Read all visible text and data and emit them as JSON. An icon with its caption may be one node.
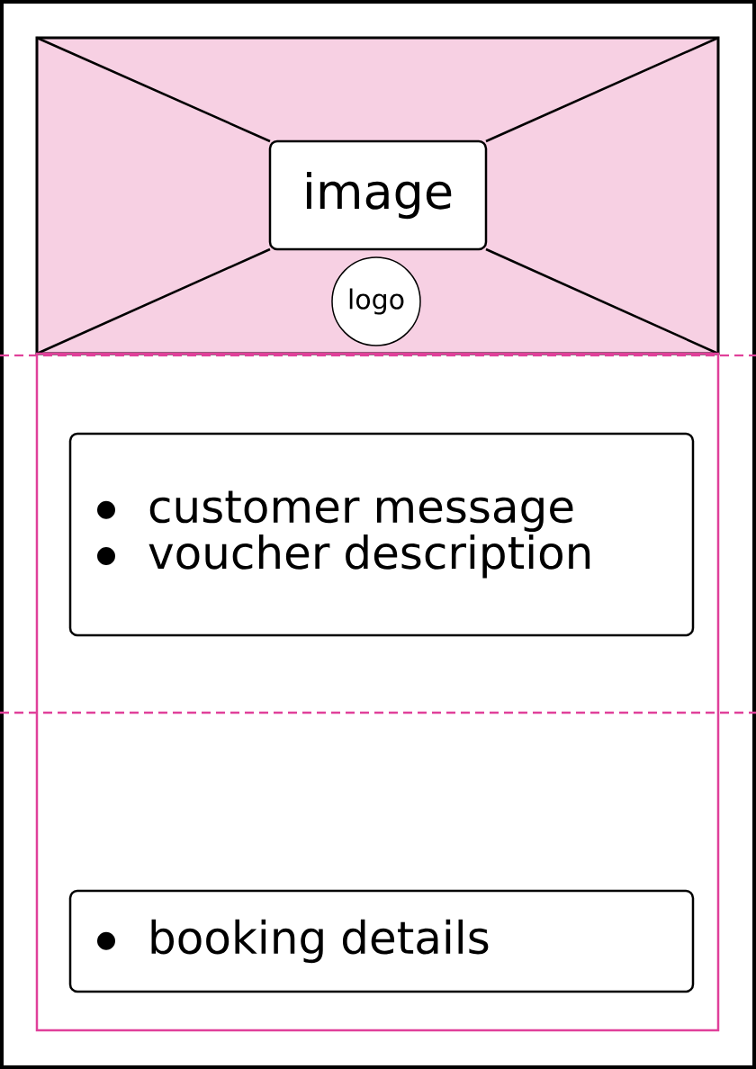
{
  "diagram": {
    "nodes": [
      {
        "text": [],
        "shape": "box"
      },
      {
        "text": [
          "image"
        ],
        "in": 0
      },
      {
        "text": [
          "logo"
        ],
        "in": 0
      },
      {
        "text": [],
        "shape": "box"
      },
      {
        "text": [
          "customer message",
          "voucher description"
        ],
        "in": 3
      },
      {
        "text": [
          "booking details"
        ],
        "in": 3
      }
    ]
  }
}
